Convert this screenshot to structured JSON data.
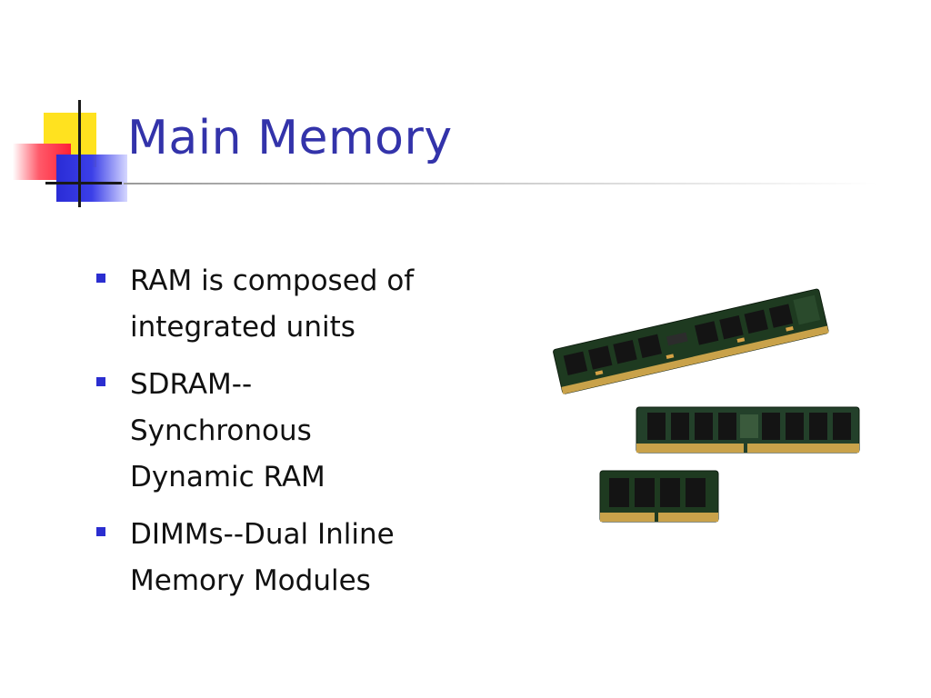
{
  "slide": {
    "title": "Main Memory",
    "bullets": [
      {
        "lines": [
          "RAM is composed of",
          "integrated units"
        ]
      },
      {
        "lines": [
          "SDRAM--",
          "Synchronous",
          "Dynamic RAM"
        ]
      },
      {
        "lines": [
          "DIMMs--Dual Inline",
          "Memory Modules"
        ]
      }
    ],
    "image": {
      "icon": "ram-modules-icon"
    }
  },
  "colors": {
    "title": "#3333aa",
    "bullet": "#2b2ed0",
    "text": "#111111",
    "pcb": "#1f3a22",
    "chip": "#161616",
    "gold": "#c9a24a"
  }
}
